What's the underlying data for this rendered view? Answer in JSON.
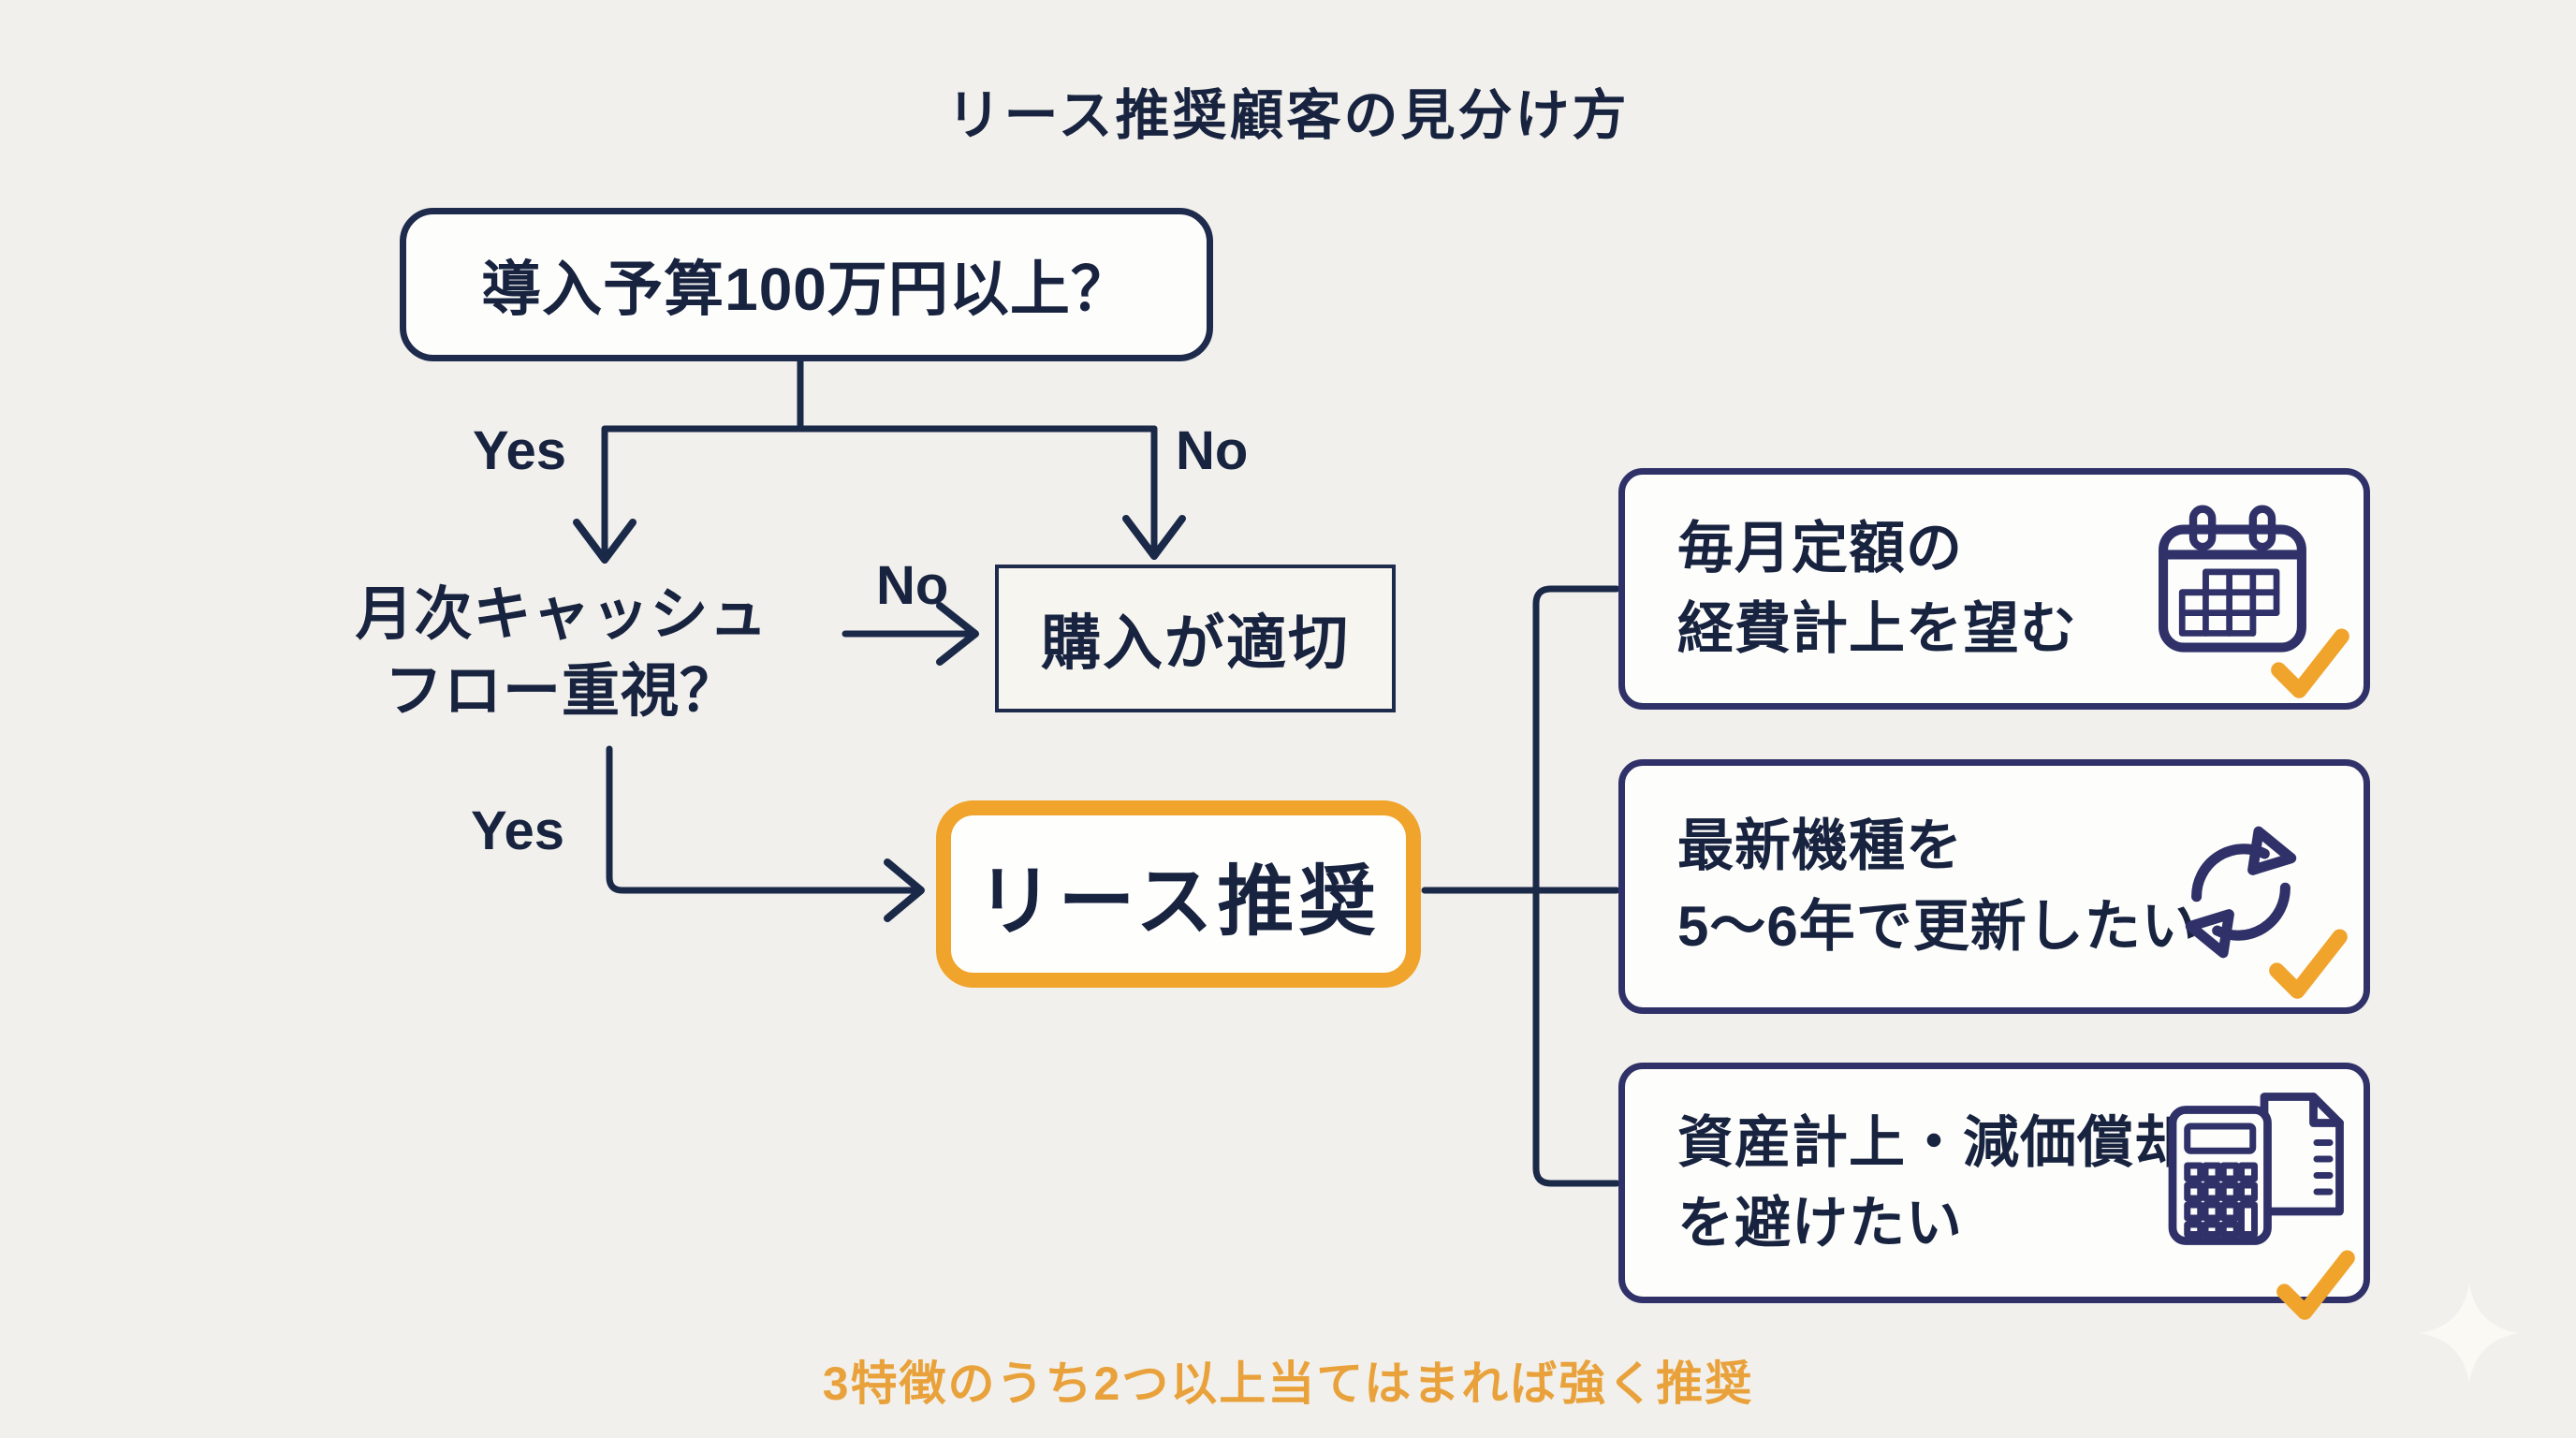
{
  "title": "リース推奨顧客の見分け方",
  "flowchart": {
    "start": {
      "label": "導入予算100万円以上？"
    },
    "q2": {
      "line1": "月次キャッシュ",
      "line2": "フロー重視？"
    },
    "purchase": {
      "label": "購入が適切"
    },
    "lease": {
      "label": "リース推奨"
    },
    "labels": {
      "yes_top": "Yes",
      "no_top": "No",
      "no_mid": "No",
      "yes_bottom": "Yes"
    }
  },
  "features": [
    {
      "icon": "calendar-icon",
      "lines": [
        "毎月定額の",
        "経費計上を望む"
      ],
      "checked": true
    },
    {
      "icon": "refresh-icon",
      "lines": [
        "最新機種を",
        "5〜6年で更新したい"
      ],
      "checked": true
    },
    {
      "icon": "calculator-icon",
      "lines": [
        "資産計上・減価償却",
        "を避けたい"
      ],
      "checked": true
    }
  ],
  "footer": {
    "note": "3特徴のうち2つ以上当てはまれば強く推奨"
  },
  "colors": {
    "background": "#F1F0EC",
    "line_navy": "#1B2949",
    "text_navy": "#18233F",
    "feature_border_indigo": "#2F3168",
    "accent_orange": "#F0A42C",
    "note_orange": "#E9A23B",
    "box_fill": "#FDFDFB"
  }
}
